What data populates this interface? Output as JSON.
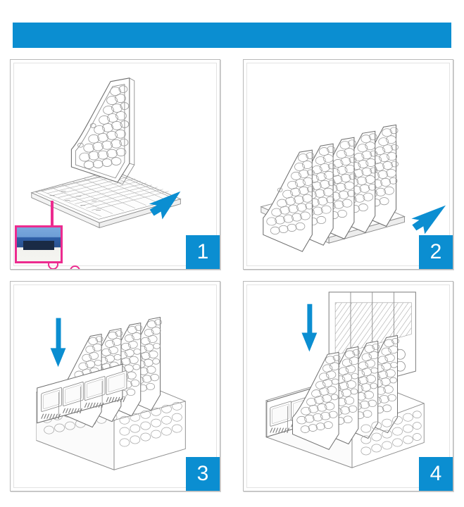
{
  "document": {
    "type": "assembly-instruction-sheet",
    "product": "plastic magazine file / document organizer",
    "header": {
      "label": "",
      "color": "#0b8ed1"
    }
  },
  "theme": {
    "accent_blue": "#0b8ed1",
    "callout_pink": "#ec2b8f",
    "line_gray": "#8a8a8a",
    "panel_border": "#b9b9b9",
    "background": "#ffffff"
  },
  "steps": [
    {
      "number": "1",
      "badge_label": "1",
      "caption": "",
      "arrow": {
        "icon": "arrow-left-icon",
        "direction": "left",
        "color": "#0b8ed1"
      },
      "callouts": {
        "count": 4,
        "shape": "circle",
        "color": "#ec2b8f"
      },
      "detail_inset": {
        "present": true,
        "border_color": "#ec2b8f",
        "subject": "base slot close-up photo"
      },
      "parts": [
        "divider-panel",
        "base-plate"
      ]
    },
    {
      "number": "2",
      "badge_label": "2",
      "caption": "",
      "arrow": {
        "icon": "arrow-left-icon",
        "direction": "left",
        "color": "#0b8ed1"
      },
      "callouts": {
        "count": 0,
        "shape": "",
        "color": ""
      },
      "detail_inset": {
        "present": false,
        "border_color": "",
        "subject": ""
      },
      "parts": [
        "divider-panel-x5",
        "base-plate"
      ]
    },
    {
      "number": "3",
      "badge_label": "3",
      "caption": "",
      "arrow": {
        "icon": "arrow-down-icon",
        "direction": "down",
        "color": "#0b8ed1"
      },
      "callouts": {
        "count": 0,
        "shape": "",
        "color": ""
      },
      "detail_inset": {
        "present": false,
        "border_color": "",
        "subject": ""
      },
      "parts": [
        "front-label-panel",
        "assembled-dividers"
      ]
    },
    {
      "number": "4",
      "badge_label": "4",
      "caption": "",
      "arrow": {
        "icon": "arrow-down-icon",
        "direction": "down",
        "color": "#0b8ed1"
      },
      "callouts": {
        "count": 0,
        "shape": "",
        "color": ""
      },
      "detail_inset": {
        "present": false,
        "border_color": "",
        "subject": ""
      },
      "parts": [
        "back-panel",
        "completed-organizer"
      ]
    }
  ]
}
